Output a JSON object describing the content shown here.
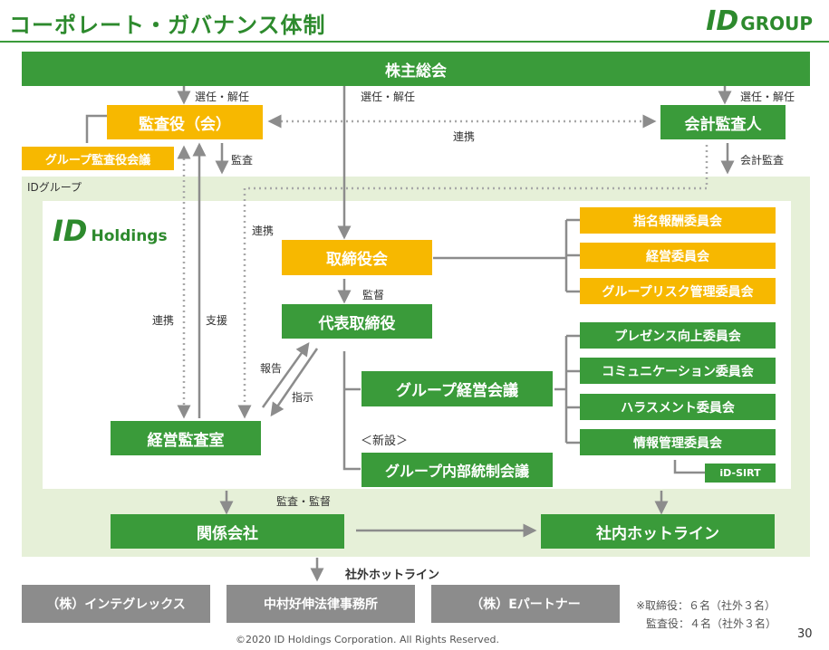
{
  "header": {
    "title": "コーポレート・ガバナンス体制",
    "logo_id": "ID",
    "logo_group": "GROUP"
  },
  "group_area_label": "IDグループ",
  "holdings_logo": {
    "id": "ID",
    "text": "Holdings"
  },
  "boxes": {
    "shareholders": "株主総会",
    "auditors": "監査役（会）",
    "auditor_council": "グループ監査役会議",
    "accounting_auditor": "会計監査人",
    "board": "取締役会",
    "president": "代表取締役",
    "internal_audit": "経営監査室",
    "group_mgmt_meeting": "グループ経営会議",
    "group_internal_control": "グループ内部統制会議",
    "affiliates": "関係会社",
    "hotline": "社内ホットライン",
    "idsirt": "iD-SIRT"
  },
  "committees_board": [
    "指名報酬委員会",
    "経営委員会",
    "グループリスク管理委員会"
  ],
  "committees_mgmt": [
    "プレゼンス向上委員会",
    "コミュニケーション委員会",
    "ハラスメント委員会",
    "情報管理委員会"
  ],
  "external": [
    "（株）インテグレックス",
    "中村好伸法律事務所",
    "（株）Eパートナー"
  ],
  "labels": {
    "elect_left": "選任・解任",
    "elect_center": "選任・解任",
    "elect_right": "選任・解任",
    "coop_top": "連携",
    "audit": "監査",
    "account_audit": "会計監査",
    "coop_mid": "連携",
    "coop_left": "連携",
    "support": "支援",
    "supervise": "監督",
    "report": "報告",
    "instruct": "指示",
    "new": "＜新設＞",
    "audit_supervise": "監査・監督",
    "ext_hotline": "社外ホットライン"
  },
  "notes": [
    "※取締役：６名（社外３名）",
    "監査役：４名（社外３名）"
  ],
  "footer": {
    "copyright": "©2020 ID Holdings Corporation. All Rights Reserved.",
    "page": "30"
  },
  "colors": {
    "green": "#3a9b3a",
    "yellow": "#f7b800",
    "gray": "#8c8c8c",
    "group_bg": "#e6f0d8"
  }
}
